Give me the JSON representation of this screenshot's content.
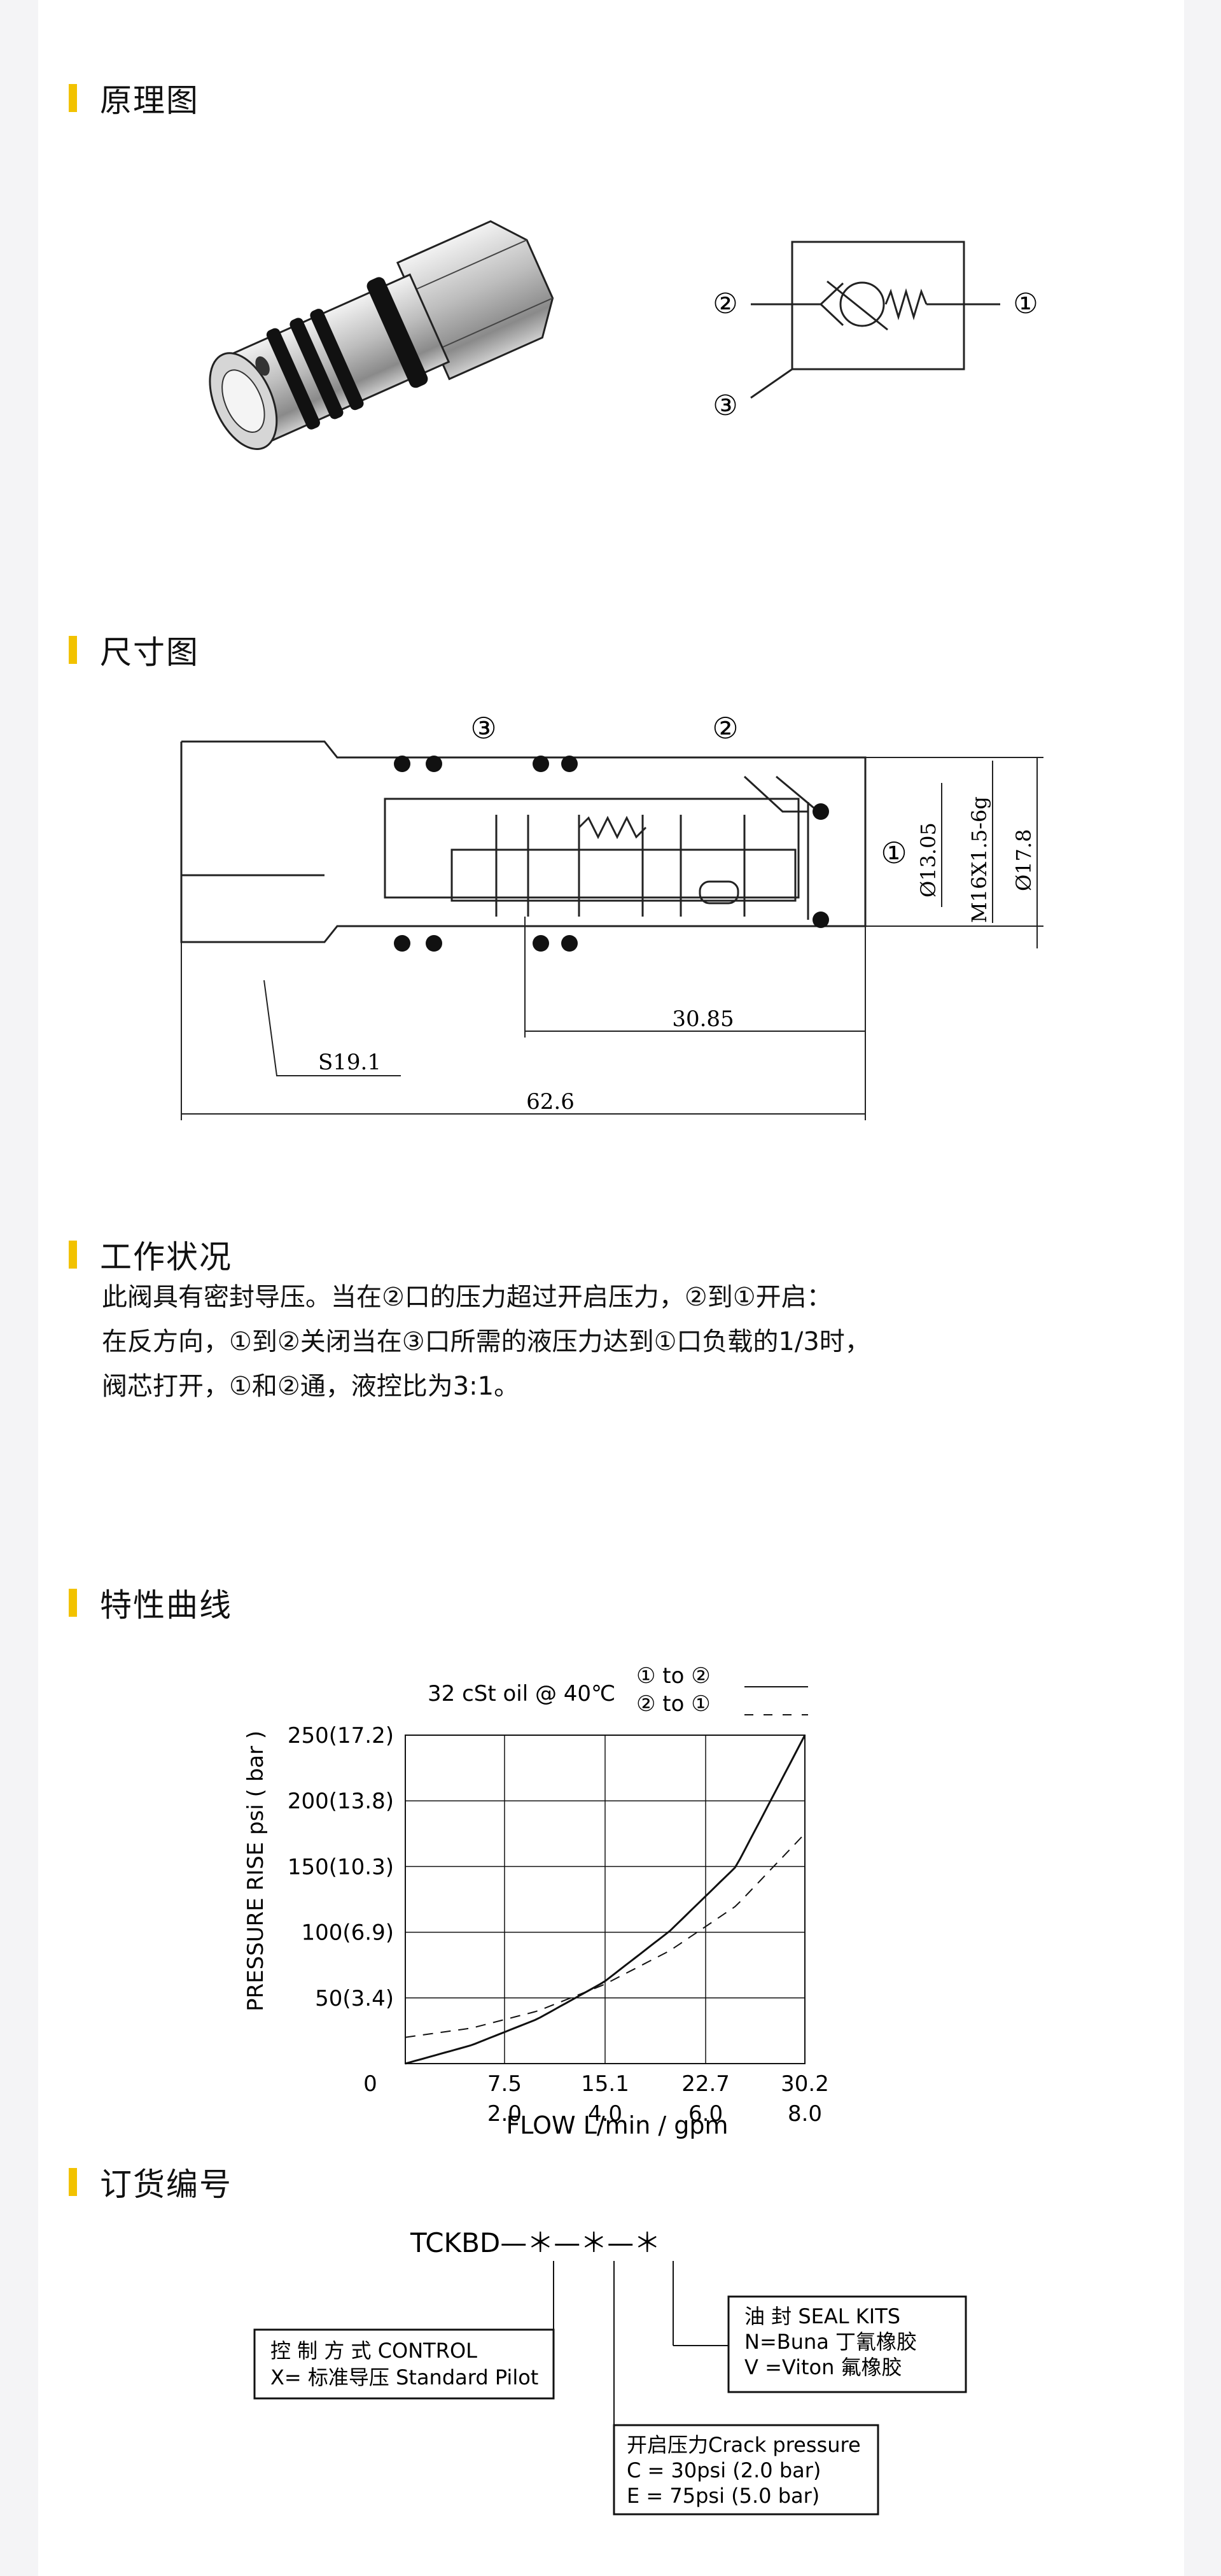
{
  "sections": {
    "principle": "原理图",
    "dimensions": "尺寸图",
    "working": "工作状况",
    "curve": "特性曲线",
    "ordering": "订货编号"
  },
  "symbol": {
    "port1": "①",
    "port2": "②",
    "port3": "③"
  },
  "dims": {
    "port3": "③",
    "port2": "②",
    "port1": "①",
    "d1": "Ø13.05",
    "d2": "M16X1.5-6g",
    "d3": "Ø17.8",
    "len1": "30.85",
    "hex": "S19.1",
    "total": "62.6"
  },
  "working_text": [
    "此阀具有密封导压。当在②口的压力超过开启压力，②到①开启：",
    "在反方向，①到②关闭当在③口所需的液压力达到①口负载的1/3时，",
    "阀芯打开，①和②通，液控比为3:1。"
  ],
  "chart_data": {
    "type": "line",
    "title": "32  cSt  oil  @  40℃",
    "legend": [
      {
        "label": "① to ②",
        "style": "solid"
      },
      {
        "label": "② to ①",
        "style": "dashed"
      }
    ],
    "ylabel": "PRESSURE RISE psi ( bar )",
    "xlabel": "FLOW L/min / gpm",
    "x_ticks": [
      {
        "value": 0,
        "lpm": "0",
        "gpm": ""
      },
      {
        "value": 7.5,
        "lpm": "7.5",
        "gpm": "2.0"
      },
      {
        "value": 15.1,
        "lpm": "15.1",
        "gpm": "4.0"
      },
      {
        "value": 22.7,
        "lpm": "22.7",
        "gpm": "6.0"
      },
      {
        "value": 30.2,
        "lpm": "30.2",
        "gpm": "8.0"
      }
    ],
    "y_ticks": [
      {
        "value": 50,
        "label": "50(3.4)"
      },
      {
        "value": 100,
        "label": "100(6.9)"
      },
      {
        "value": 150,
        "label": "150(10.3)"
      },
      {
        "value": 200,
        "label": "200(13.8)"
      },
      {
        "value": 250,
        "label": "250(17.2)"
      }
    ],
    "xlim": [
      0,
      30.2
    ],
    "ylim": [
      0,
      250
    ],
    "grid": true,
    "series": [
      {
        "name": "① to ②",
        "style": "solid",
        "x": [
          0,
          5,
          10,
          15,
          20,
          25,
          30.2
        ],
        "y": [
          0,
          14,
          34,
          62,
          101,
          150,
          250
        ]
      },
      {
        "name": "② to ①",
        "style": "dashed",
        "x": [
          0,
          5,
          10,
          15,
          20,
          25,
          30.2
        ],
        "y": [
          20,
          27,
          40,
          60,
          86,
          120,
          175
        ]
      }
    ]
  },
  "ordering": {
    "code": "TCKBD—＊—＊—＊",
    "box1": {
      "line1": "控 制 方 式 CONTROL",
      "line2": "X=  标准导压 Standard  Pilot"
    },
    "box2": {
      "line1": "开启压力Crack  pressure",
      "line2": "C = 30psi     (2.0   bar)",
      "line3": "E = 75psi     (5.0   bar)"
    },
    "box3": {
      "line1": "油 封 SEAL KITS",
      "line2": "N=Buna    丁氰橡胶",
      "line3": "V =Viton        氟橡胶"
    }
  }
}
